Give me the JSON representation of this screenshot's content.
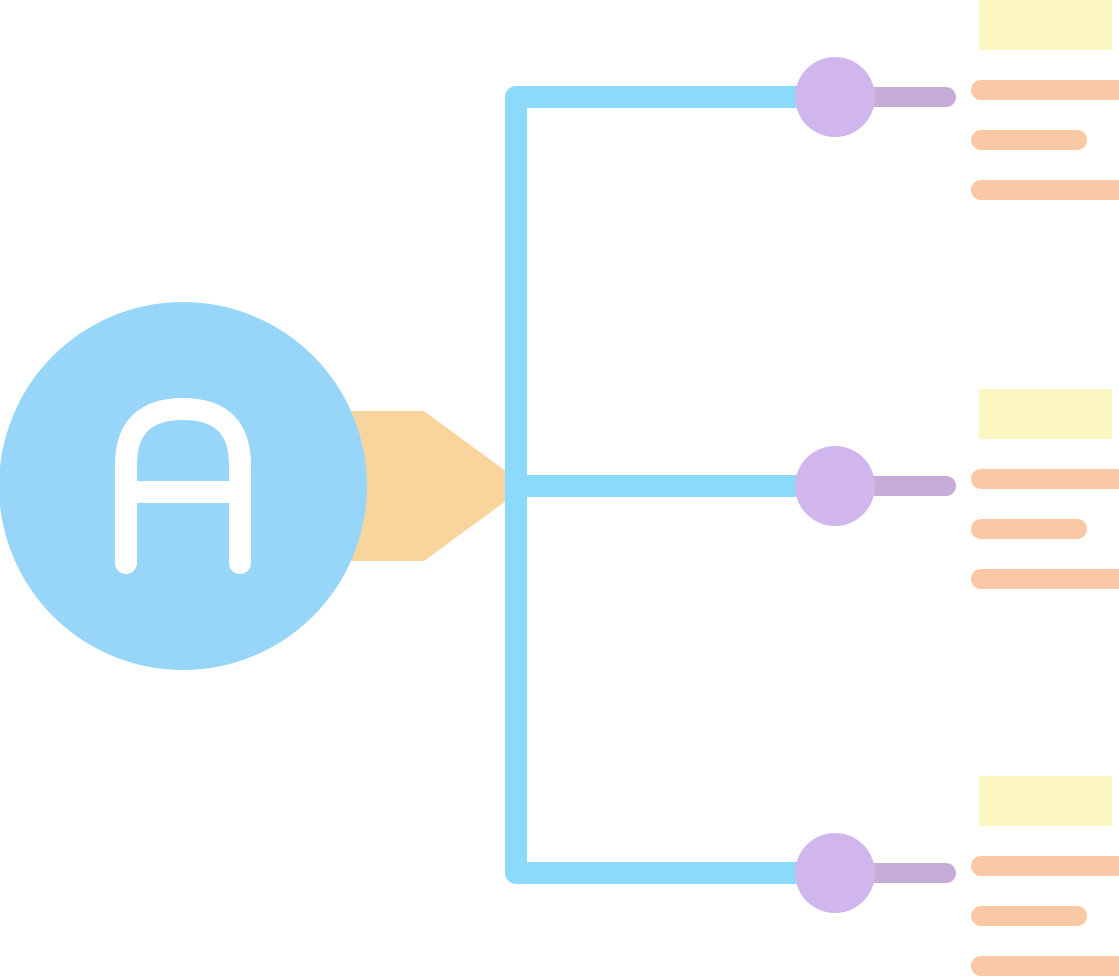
{
  "diagram": {
    "root_node": {
      "letter": "A",
      "circle_color": "#98d6f9",
      "letter_color": "#ffffff",
      "pointer_color": "#f9d59e"
    },
    "connector_color": "#8bdafb",
    "branches": [
      {
        "node_color": "#d0b6ec",
        "stub_color": "#c6add7",
        "title_bar_color": "#fcf6c2",
        "text_line_color": "#fbc8a6",
        "text_lines": 3
      },
      {
        "node_color": "#d0b6ec",
        "stub_color": "#c6add7",
        "title_bar_color": "#fcf6c2",
        "text_line_color": "#fbc8a6",
        "text_lines": 3
      },
      {
        "node_color": "#d0b6ec",
        "stub_color": "#c6add7",
        "title_bar_color": "#fcf6c2",
        "text_line_color": "#fbc8a6",
        "text_lines": 3
      }
    ]
  }
}
